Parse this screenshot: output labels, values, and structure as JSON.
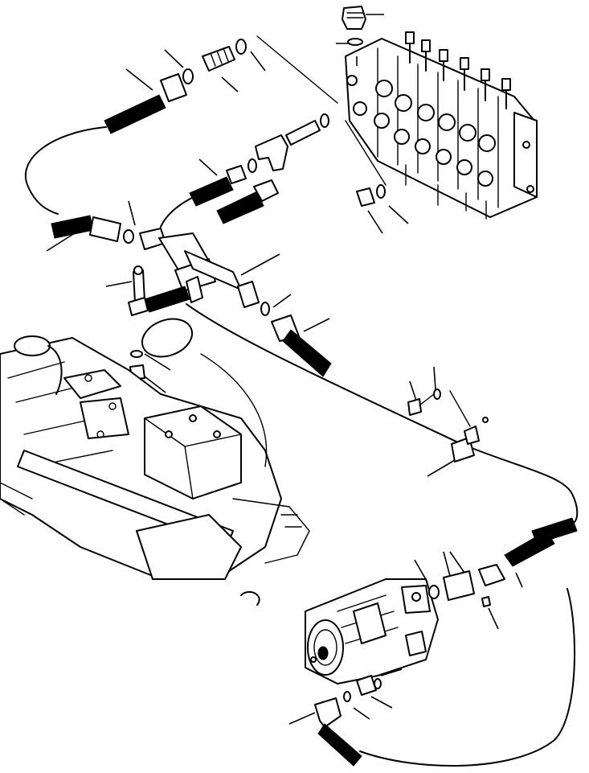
{
  "figure": {
    "kind": "exploded parts illustration",
    "line_color": "#000000",
    "background_color": "#ffffff",
    "labels": []
  },
  "components": {
    "control_valve": "control-valve-assembly",
    "pump": "hydraulic-pump",
    "transmission": "transmission-housing",
    "hoses": [
      "upper-loop-hose",
      "long-diagonal-hose",
      "pump-outlet-hose",
      "pump-return-hose",
      "short-center-hose"
    ]
  }
}
